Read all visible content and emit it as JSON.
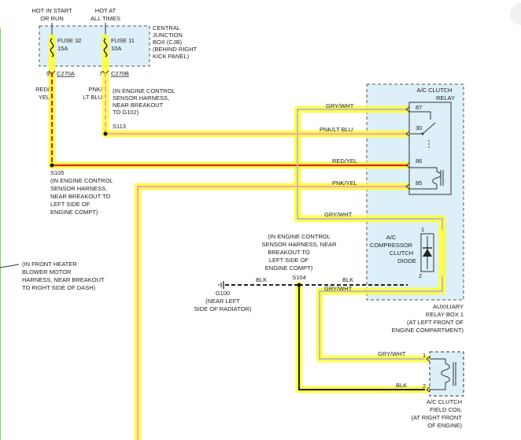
{
  "power": {
    "hot_start_run": [
      "HOT IN START",
      "OR RUN"
    ],
    "hot_all_times": [
      "HOT AT",
      "ALL TIMES"
    ],
    "cjb": [
      "CENTRAL",
      "JUNCTION",
      "BOX (CJB)",
      "(BEHIND RIGHT",
      "KICK PANEL)"
    ],
    "fuse32": [
      "FUSE 32",
      "15A"
    ],
    "fuse11": [
      "FUSE 11",
      "10A"
    ],
    "pin9": "9",
    "conn_a": "C270A",
    "pin7": "7",
    "conn_b": "C270B"
  },
  "wires": {
    "red_yel_left": [
      "RED/",
      "YEL"
    ],
    "pnk_lt_blu_left": [
      "PNK/",
      "LT BLU"
    ],
    "gry_wht_87": "GRY/WHT",
    "pnk_lt_blu_30": "PNK/LT BLU",
    "red_yel_86": "RED/YEL",
    "pnk_yel_85": "PNK/YEL",
    "gry_wht_diode": "GRY/WHT",
    "blk_g100": "BLK",
    "blk_s104": "BLK",
    "gry_wht_lower": "GRY/WHT",
    "gry_wht_coil": "GRY/WHT",
    "blk_coil": "BLK"
  },
  "splices": {
    "s113": [
      "(IN ENGINE CONTROL",
      "SENSOR HARNESS,",
      "NEAR BREAKOUT",
      "TO G102)",
      "S113"
    ],
    "s105": [
      "S105",
      "(IN ENGINE CONTROL",
      "SENSOR HARNESS,",
      "NEAR BREAKOUT TO",
      "LEFT SIDE OF",
      "ENGINE COMPT)"
    ],
    "s104": [
      "(IN ENGINE CONTROL",
      "SENSOR HARNESS, NEAR",
      "BREAKOUT TO",
      "LEFT SIDE OF",
      "ENGINE COMPT)",
      "S104"
    ],
    "front_heater": [
      "(IN FRONT HEATER",
      "BLOWER MOTOR",
      "HARNESS, NEAR BREAKOUT",
      "TO RIGHT SIDE OF DASH)"
    ],
    "g100": [
      "G100",
      "(NEAR LEFT",
      "SIDE OF RADIATOR)"
    ]
  },
  "relay": {
    "title": [
      "A/C CLUTCH",
      "RELAY"
    ],
    "pin87": "87",
    "pin30": "30",
    "pin86": "86",
    "pin85": "85",
    "diode": [
      "A/C",
      "COMPRESSOR",
      "CLUTCH",
      "DIODE"
    ],
    "diode_pin1": "1",
    "diode_pin2": "2",
    "box_label": [
      "AUXILIARY",
      "RELAY BOX 1",
      "(AT LEFT FRONT OF",
      "ENGINE COMPARTMENT)"
    ]
  },
  "coil": {
    "pin1": "1",
    "pin2": "2",
    "label": [
      "A/C CLUTCH",
      "FIELD COIL",
      "(AT RIGHT FRONT",
      "OF ENGINE)"
    ]
  },
  "colors": {
    "highlight": "#ffff33",
    "gry_wht": "#bdbdbd",
    "pnk": "#ffa0b4",
    "red_yel": "#e02020",
    "blk": "#222222",
    "box_fill": "#ddeff8"
  }
}
